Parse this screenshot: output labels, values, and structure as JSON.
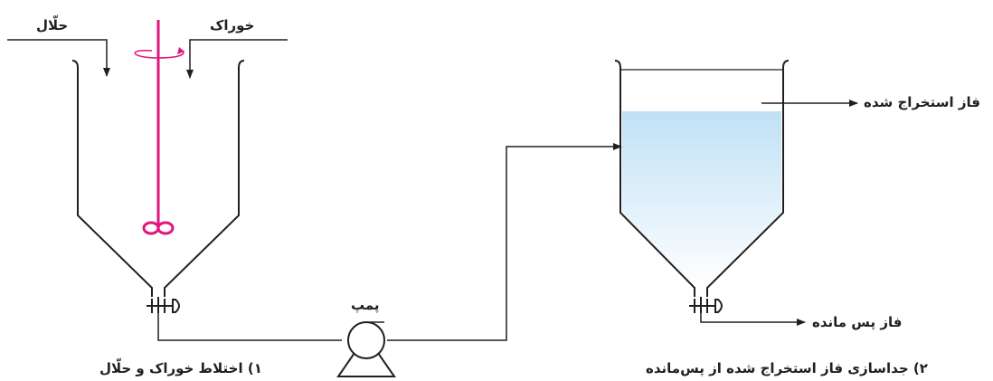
{
  "labels": {
    "solvent": "حلّال",
    "feed": "خوراک",
    "pump": "پمپ",
    "extract_phase": "فاز استخراج شده",
    "raffinate_phase": "فاز پس مانده",
    "step1": "۱) اختلاط خوراک و حلّال",
    "step2": "۲) جداسازی فاز استخراج شده از پس‌مانده"
  },
  "colors": {
    "line": "#231f20",
    "stirrer": "#e0157f",
    "liquid_top": "#bfe1f5",
    "liquid_bottom": "#ffffff"
  }
}
